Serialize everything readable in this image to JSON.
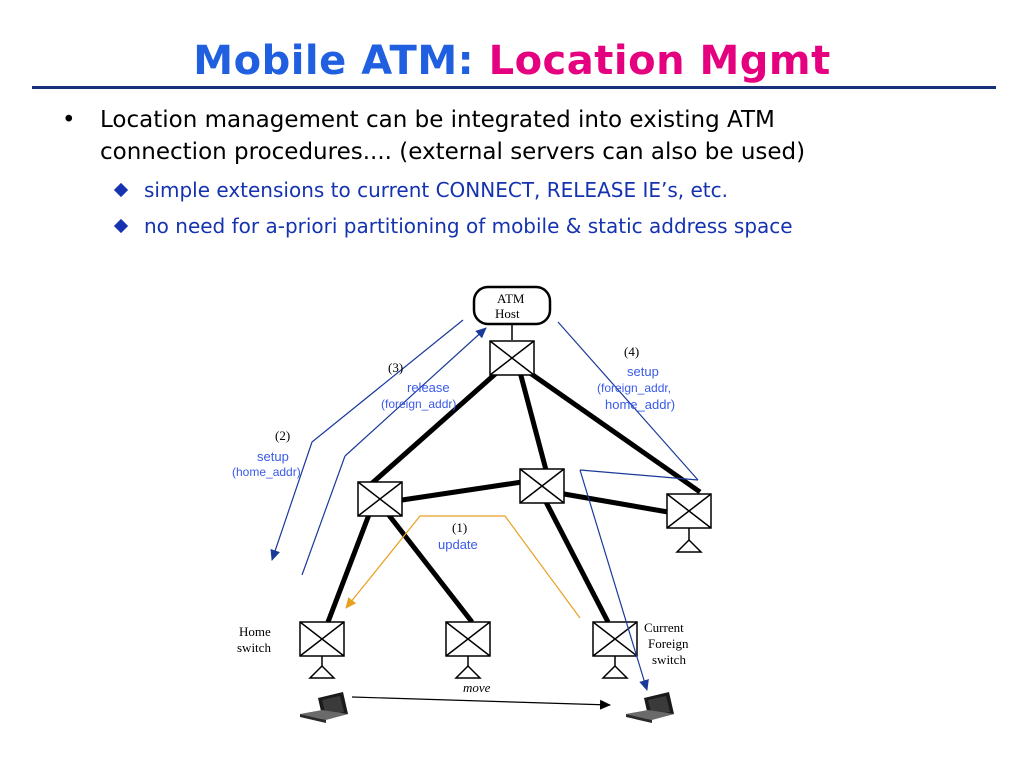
{
  "title": {
    "part1": "Mobile ATM:",
    "part2": "Location Mgmt"
  },
  "bullet": {
    "line1": "Location management can be integrated into existing ATM",
    "line2": "connection procedures.... (external servers can also be used)",
    "marker": "•"
  },
  "sub_bullets": [
    "simple extensions to current CONNECT, RELEASE IE’s, etc.",
    "no need for a-priori partitioning of mobile & static address space"
  ],
  "diagram": {
    "atm_host": {
      "line1": "ATM",
      "line2": "Host"
    },
    "step1": {
      "num": "(1)",
      "label": "update"
    },
    "step2": {
      "num": "(2)",
      "label": "setup",
      "arg": "(home_addr)"
    },
    "step3": {
      "num": "(3)",
      "label": "release",
      "arg": "(foreign_addr)"
    },
    "step4": {
      "num": "(4)",
      "label": "setup",
      "arg1": "(foreign_addr,",
      "arg2": "home_addr)"
    },
    "home_switch": {
      "line1": "Home",
      "line2": "switch"
    },
    "foreign_switch": {
      "line1": "Current",
      "line2": "Foreign",
      "line3": "switch"
    },
    "move_label": "move",
    "colors": {
      "msg_line": "#1a3a9a",
      "update_line": "#e8a020",
      "label_blue": "#3a5ae8"
    }
  }
}
